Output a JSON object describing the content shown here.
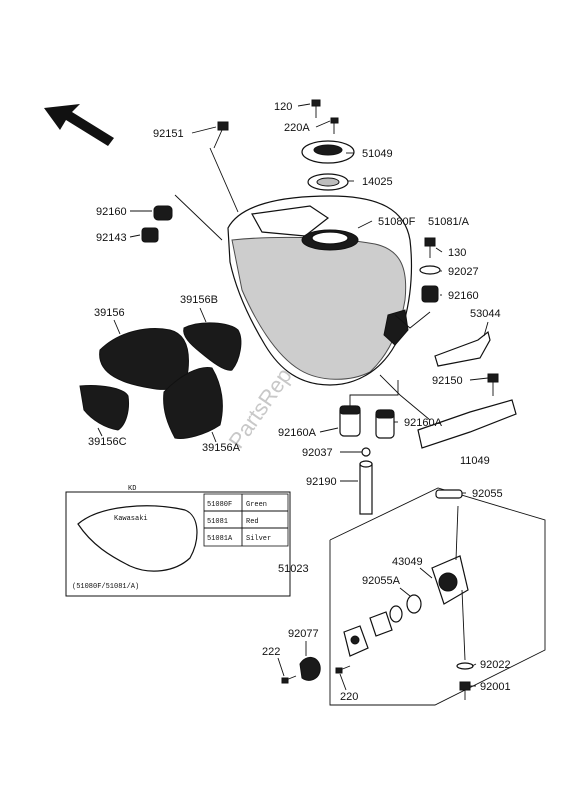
{
  "labels": {
    "p120": "120",
    "p220A": "220A",
    "p92151": "92151",
    "p51049": "51049",
    "p14025": "14025",
    "p92160_left": "92160",
    "p92143": "92143",
    "p51080F": "51080F",
    "p51081A": "51081/A",
    "p130": "130",
    "p92027": "92027",
    "p92160_right": "92160",
    "p53044": "53044",
    "p39156": "39156",
    "p39156B": "39156B",
    "p39156C": "39156C",
    "p39156A": "39156A",
    "p92150": "92150",
    "p92160A_left": "92160A",
    "p92160A_right": "92160A",
    "p92037": "92037",
    "p11049": "11049",
    "p92190": "92190",
    "p92055": "92055",
    "p51023": "51023",
    "p43049": "43049",
    "p92055A": "92055A",
    "p92077": "92077",
    "p222": "222",
    "p220": "220",
    "p92022": "92022",
    "p92001": "92001"
  },
  "inset": {
    "header": "KD",
    "footer": "(51080F/51081/A)",
    "rows": [
      {
        "code": "51080F",
        "color": "Green"
      },
      {
        "code": "51081",
        "color": "Red"
      },
      {
        "code": "51081A",
        "color": "Silver"
      }
    ]
  },
  "watermark": "PartsRepublik"
}
